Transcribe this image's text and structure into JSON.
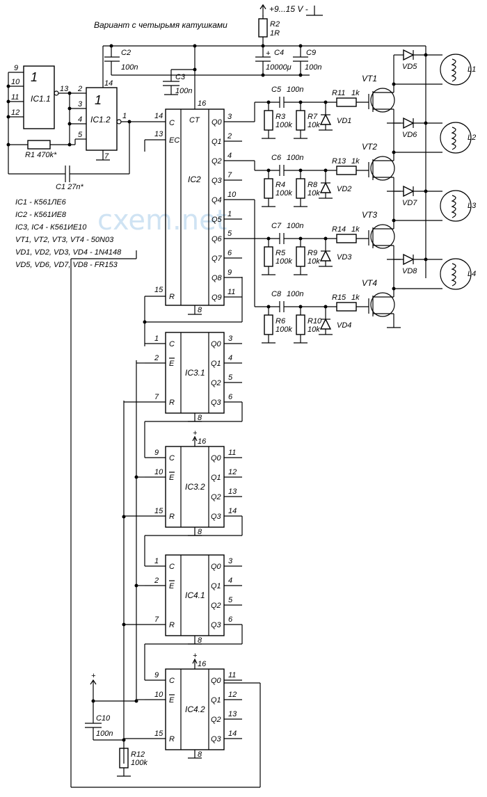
{
  "title": "Вариант с четырьмя катушками",
  "supply": "+9...15 V -",
  "watermark": "cxem.net",
  "parts_list": [
    "IC1 - К561ЛЕ6",
    "IC2 - К561ИЕ8",
    "IC3, IC4 - К561ИЕ10",
    "VT1, VT2, VT3, VT4 - 50N03",
    "VD1, VD2, VD3, VD4 - 1N4148",
    "VD5, VD6, VD7, VD8 - FR153"
  ],
  "components": {
    "R2": {
      "ref": "R2",
      "value": "1R"
    },
    "C2": {
      "ref": "C2",
      "value": "100n"
    },
    "C3": {
      "ref": "C3",
      "value": "100n"
    },
    "C4": {
      "ref": "C4",
      "value": "10000μ"
    },
    "C9": {
      "ref": "C9",
      "value": "100n"
    },
    "R1": {
      "label": "R1  470k*"
    },
    "C1": {
      "label": "C1  27n*"
    },
    "C10": {
      "ref": "C10",
      "value": "100n"
    },
    "R12": {
      "ref": "R12",
      "value": "100k"
    }
  },
  "ic1_1": {
    "name": "IC1.1",
    "symbol": "1",
    "pins": [
      "9",
      "10",
      "11",
      "12",
      "13"
    ]
  },
  "ic1_2": {
    "name": "IC1.2",
    "symbol": "1",
    "pins": [
      "2",
      "3",
      "4",
      "5",
      "14",
      "7",
      "1"
    ]
  },
  "ic2": {
    "name": "IC2",
    "ct": "CT",
    "left_pins": [
      {
        "num": "14",
        "label": "C"
      },
      {
        "num": "13",
        "label": "EC"
      },
      {
        "num": "15",
        "label": "R"
      }
    ],
    "vcc": "16",
    "gnd": "8",
    "outputs": [
      {
        "q": "Q0",
        "pin": "3"
      },
      {
        "q": "Q1",
        "pin": "2"
      },
      {
        "q": "Q2",
        "pin": "4"
      },
      {
        "q": "Q3",
        "pin": "7"
      },
      {
        "q": "Q4",
        "pin": "10"
      },
      {
        "q": "Q5",
        "pin": "1"
      },
      {
        "q": "Q6",
        "pin": "5"
      },
      {
        "q": "Q7",
        "pin": "6"
      },
      {
        "q": "Q8",
        "pin": "9"
      },
      {
        "q": "Q9",
        "pin": "11"
      }
    ]
  },
  "channels": [
    {
      "c": "C5",
      "cv": "100n",
      "r": "R11",
      "rv": "1k",
      "rl": "R3",
      "rlv": "100k",
      "rd": "R7",
      "rdv": "10k",
      "vd": "VD1",
      "vt": "VT1",
      "vdp": "VD5",
      "l": "L1"
    },
    {
      "c": "C6",
      "cv": "100n",
      "r": "R13",
      "rv": "1k",
      "rl": "R4",
      "rlv": "100k",
      "rd": "R8",
      "rdv": "10k",
      "vd": "VD2",
      "vt": "VT2",
      "vdp": "VD6",
      "l": "L2"
    },
    {
      "c": "C7",
      "cv": "100n",
      "r": "R14",
      "rv": "1k",
      "rl": "R5",
      "rlv": "100k",
      "rd": "R9",
      "rdv": "10k",
      "vd": "VD3",
      "vt": "VT3",
      "vdp": "VD7",
      "l": "L3"
    },
    {
      "c": "C8",
      "cv": "100n",
      "r": "R15",
      "rv": "1k",
      "rl": "R6",
      "rlv": "100k",
      "rd": "R10",
      "rdv": "10k",
      "vd": "VD4",
      "vt": "VT4",
      "vdp": "VD8",
      "l": "L4"
    }
  ],
  "counters": [
    {
      "name": "IC3.1",
      "in": [
        "1",
        "2",
        "7"
      ],
      "out": [
        "3",
        "4",
        "5",
        "6"
      ],
      "vcc": ""
    },
    {
      "name": "IC3.2",
      "in": [
        "9",
        "10",
        "15"
      ],
      "out": [
        "11",
        "12",
        "13",
        "14"
      ],
      "vcc": "16"
    },
    {
      "name": "IC4.1",
      "in": [
        "1",
        "2",
        "7"
      ],
      "out": [
        "3",
        "4",
        "5",
        "6"
      ],
      "vcc": ""
    },
    {
      "name": "IC4.2",
      "in": [
        "9",
        "10",
        "15"
      ],
      "out": [
        "11",
        "12",
        "13",
        "14"
      ],
      "vcc": "16"
    }
  ],
  "counter_labels": {
    "c": "C",
    "e": "E",
    "r": "R",
    "q": [
      "Q0",
      "Q1",
      "Q2",
      "Q3"
    ]
  },
  "plus": "+",
  "gnd8": "8"
}
